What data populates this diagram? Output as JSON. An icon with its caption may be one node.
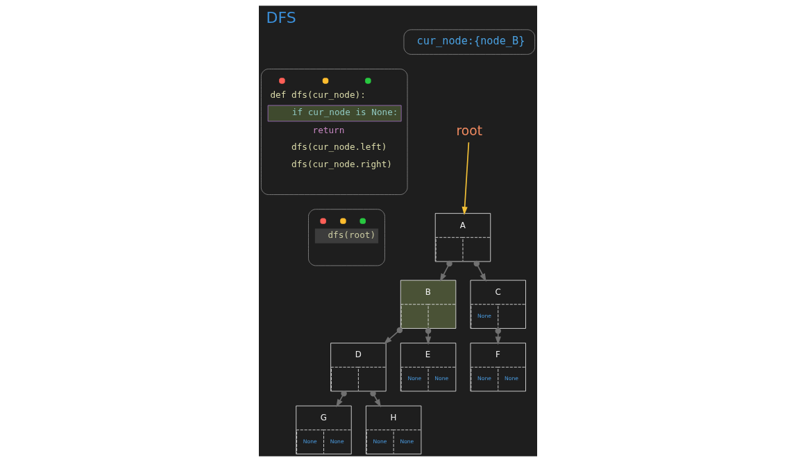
{
  "diagram": {
    "title": "DFS",
    "nodes": [
      {
        "text": [
          "cur_node:{node_B}"
        ]
      },
      {
        "text": [
          "dfs(root)"
        ]
      },
      {
        "text": [
          "def dfs(cur_node):",
          "if cur_node is None:",
          "return",
          "dfs(cur_node.left)",
          "dfs(cur_node.right)"
        ]
      },
      {
        "text": [
          "root"
        ]
      },
      {
        "text": [
          "A"
        ]
      },
      {
        "text": [
          "B"
        ]
      },
      {
        "text": [
          "C",
          "None"
        ]
      },
      {
        "text": [
          "D"
        ]
      },
      {
        "text": [
          "E",
          "None",
          "None"
        ]
      },
      {
        "text": [
          "F",
          "None",
          "None"
        ]
      },
      {
        "text": [
          "G",
          "None",
          "None"
        ]
      },
      {
        "text": [
          "H",
          "None",
          "None"
        ]
      }
    ],
    "edges": [
      {
        "from": 3,
        "to": 4,
        "arrow": "to",
        "color": "#f2c037"
      },
      {
        "from": 4,
        "to": 5,
        "arrow": "to"
      },
      {
        "from": 4,
        "to": 6,
        "arrow": "to"
      },
      {
        "from": 5,
        "to": 7,
        "arrow": "to"
      },
      {
        "from": 5,
        "to": 8,
        "arrow": "to"
      },
      {
        "from": 6,
        "to": 9,
        "arrow": "to"
      },
      {
        "from": 7,
        "to": 10,
        "arrow": "to"
      },
      {
        "from": 7,
        "to": 11,
        "arrow": "to"
      }
    ]
  }
}
